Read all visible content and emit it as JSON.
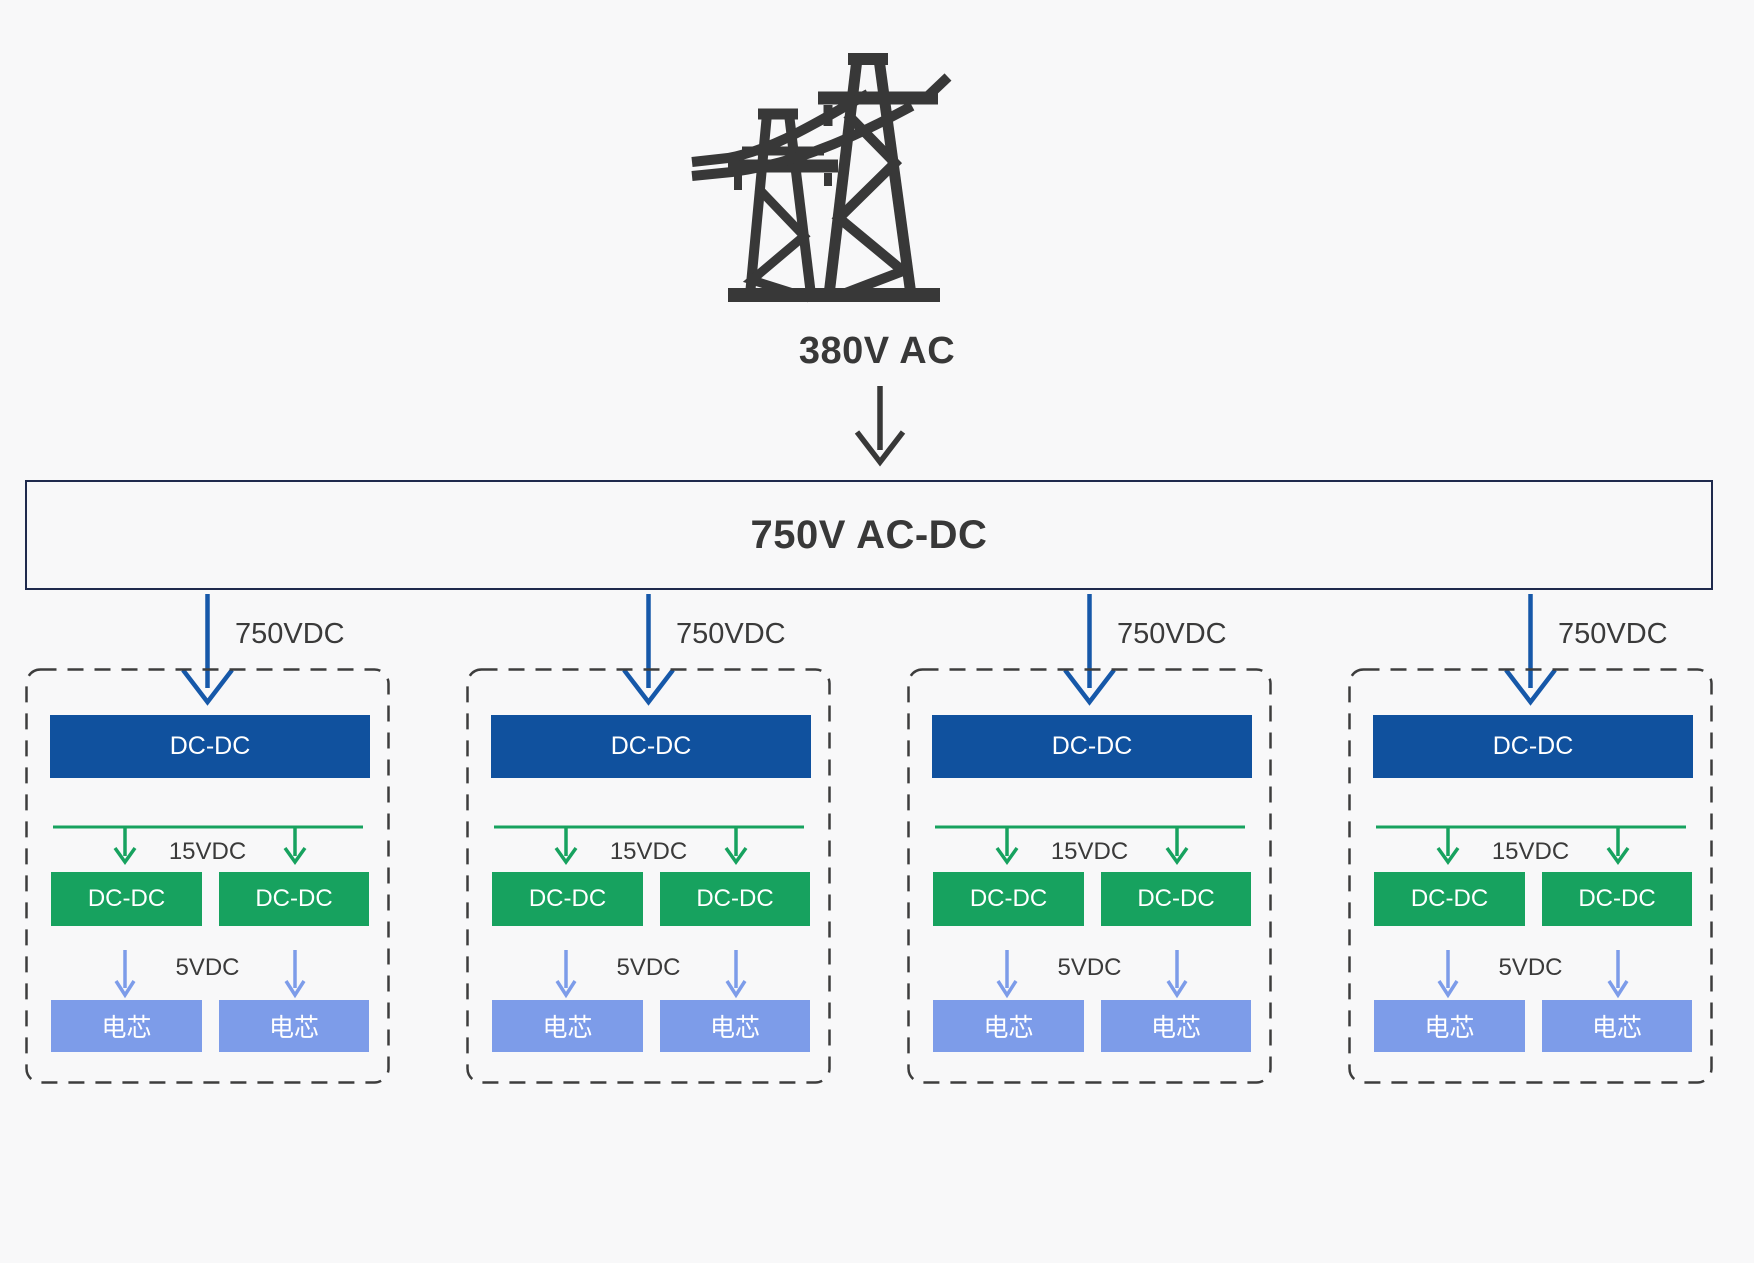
{
  "colors": {
    "background": "#f8f8f9",
    "icon_dark": "#383838",
    "text_dark": "#3a3a3a",
    "converter_border": "#1f2a4d",
    "primary_blue_box": "#10519e",
    "arrow_blue": "#1658a9",
    "green": "#17a25f",
    "light_blue": "#7d9ce9",
    "dashed_border": "#3d3d3d",
    "box_text": "#ffffff"
  },
  "source": {
    "icon": "transmission-towers-icon",
    "label": "380V AC"
  },
  "converter": {
    "label": "750V AC-DC"
  },
  "branches": [
    {
      "input_label": "750VDC",
      "primary_converter": "DC-DC",
      "bus_label": "15VDC",
      "secondary_converters": [
        "DC-DC",
        "DC-DC"
      ],
      "cell_bus_label": "5VDC",
      "cells": [
        "电芯",
        "电芯"
      ]
    },
    {
      "input_label": "750VDC",
      "primary_converter": "DC-DC",
      "bus_label": "15VDC",
      "secondary_converters": [
        "DC-DC",
        "DC-DC"
      ],
      "cell_bus_label": "5VDC",
      "cells": [
        "电芯",
        "电芯"
      ]
    },
    {
      "input_label": "750VDC",
      "primary_converter": "DC-DC",
      "bus_label": "15VDC",
      "secondary_converters": [
        "DC-DC",
        "DC-DC"
      ],
      "cell_bus_label": "5VDC",
      "cells": [
        "电芯",
        "电芯"
      ]
    },
    {
      "input_label": "750VDC",
      "primary_converter": "DC-DC",
      "bus_label": "15VDC",
      "secondary_converters": [
        "DC-DC",
        "DC-DC"
      ],
      "cell_bus_label": "5VDC",
      "cells": [
        "电芯",
        "电芯"
      ]
    }
  ]
}
